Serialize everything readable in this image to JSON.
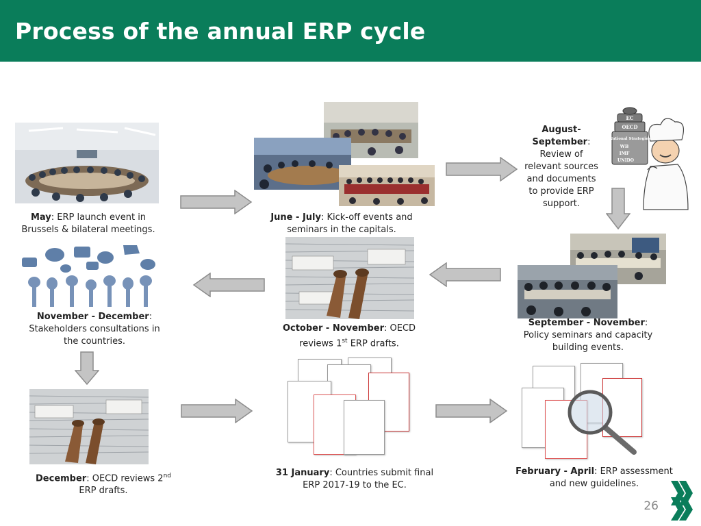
{
  "slide": {
    "title": "Process of the annual ERP cycle",
    "page_number": "26"
  },
  "steps": {
    "may": {
      "bold": "May",
      "text": ": ERP launch event in Brussels & bilateral meetings."
    },
    "june": {
      "bold": "June - July",
      "text": ": Kick-off events and seminars in the capitals."
    },
    "august": {
      "bold": "August-September",
      "text": ": Review of relevant sources and documents to provide ERP support."
    },
    "sept": {
      "bold": "September - November",
      "text": ": Policy seminars and capacity building events."
    },
    "oct": {
      "bold": "October - November",
      "text": ": OECD reviews 1",
      "sup": "st",
      "tail": " ERP drafts."
    },
    "nov": {
      "bold": "November - December",
      "text": ": Stakeholders consultations in the countries."
    },
    "dec": {
      "bold": "December",
      "text": ": OECD reviews 2",
      "sup": "nd",
      "tail": " ERP drafts."
    },
    "jan": {
      "bold": "31 January",
      "text": ": Countries submit final ERP 2017-19 to the EC."
    },
    "feb": {
      "bold": "February - April",
      "text": ": ERP assessment and new guidelines."
    }
  },
  "chef_pot_labels": [
    "EC",
    "OECD",
    "National Strategies",
    "WB",
    "IMF",
    "UNIDO"
  ],
  "colors": {
    "header": "#0a7d5a",
    "arrow_fill": "#c4c4c4",
    "arrow_stroke": "#8c8c8c",
    "logo": "#0a7d5a"
  }
}
